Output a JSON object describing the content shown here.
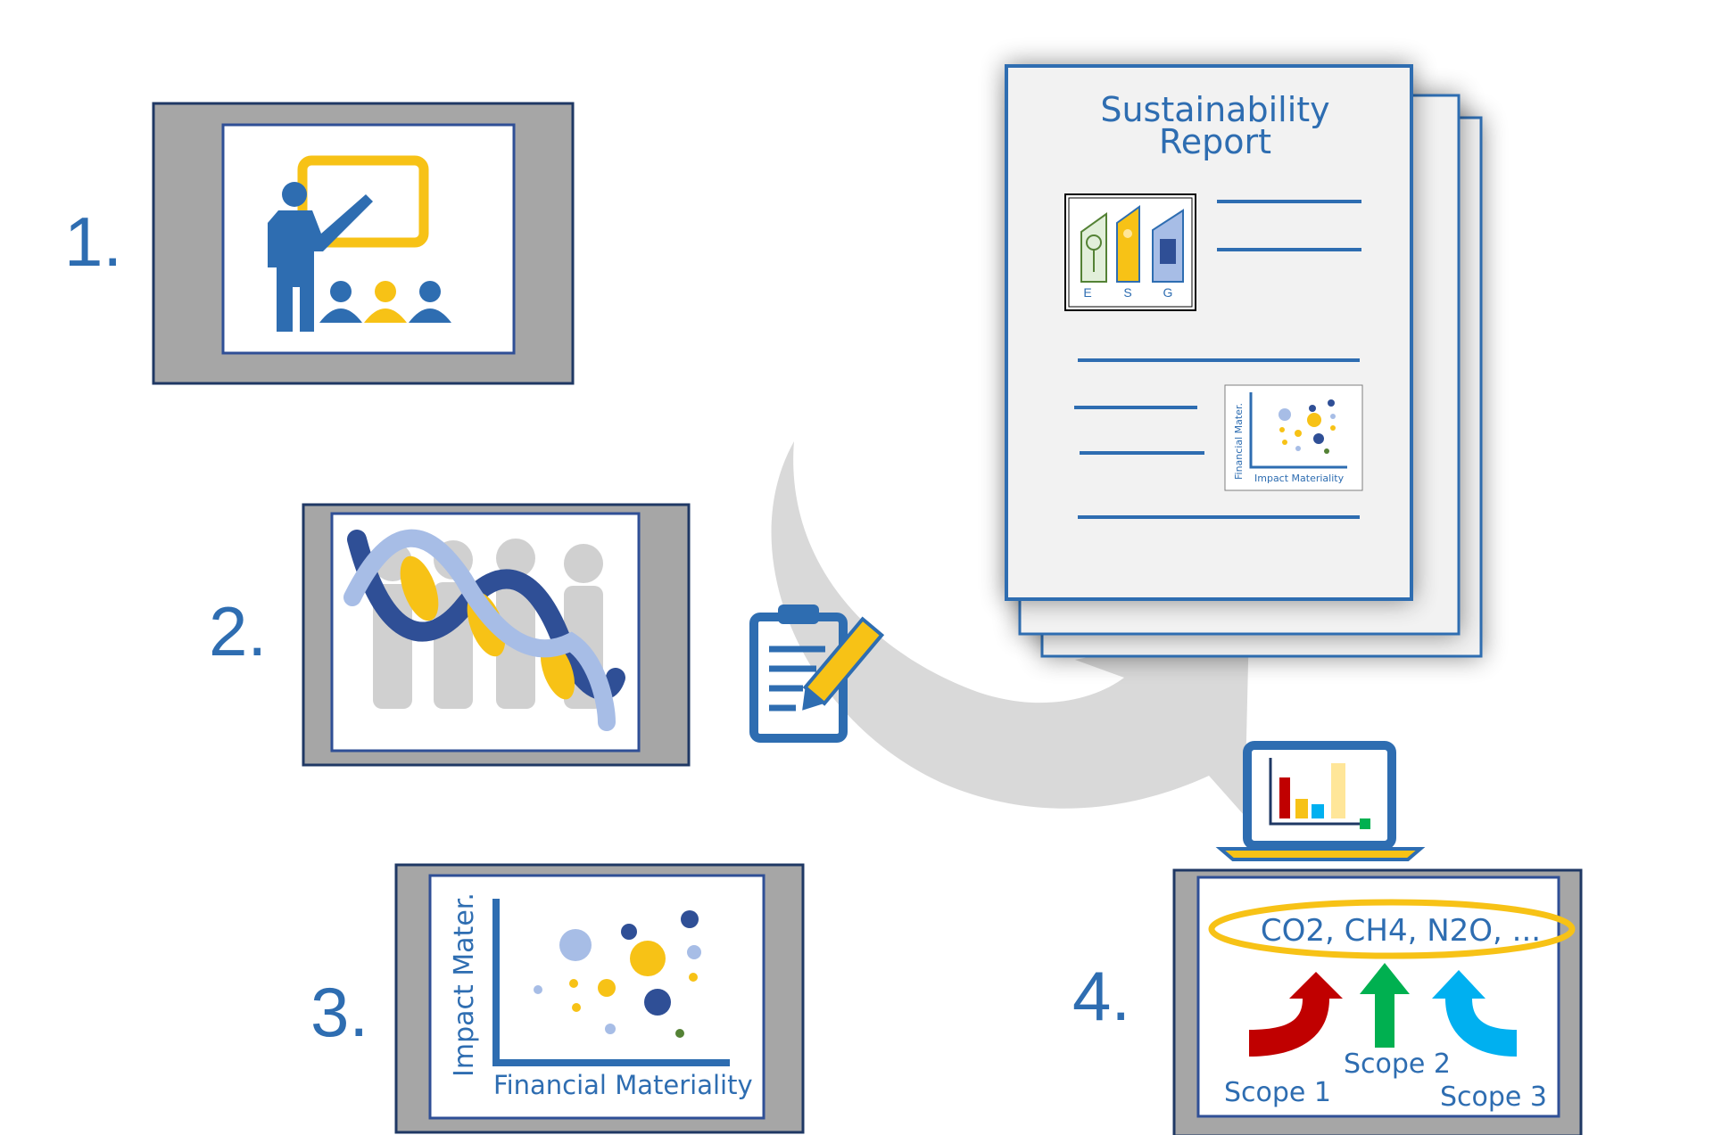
{
  "steps": {
    "s1": {
      "number": "1."
    },
    "s2": {
      "number": "2."
    },
    "s3": {
      "number": "3.",
      "y_axis_label": "Impact Mater.",
      "x_axis_label": "Financial Materiality"
    },
    "s4": {
      "number": "4.",
      "gases": "CO2, CH4, N2O, ...",
      "scope1": "Scope 1",
      "scope2": "Scope 2",
      "scope3": "Scope 3"
    }
  },
  "report": {
    "title_line1": "Sustainability",
    "title_line2": "Report",
    "esg_letters": [
      "E",
      "S",
      "G"
    ],
    "mini_chart": {
      "y_label": "Financial Mater.",
      "x_label": "Impact Materiality"
    }
  },
  "colors": {
    "blue": "#2e6db1",
    "dark_blue": "#2f4f96",
    "yellow": "#f7c216",
    "light_blue": "#a7bde6",
    "frame_grey": "#a6a6a6",
    "arrow_grey": "#d9d9d9"
  },
  "icons": [
    "presenter-icon",
    "dna-people-icon",
    "clipboard-pencil-icon",
    "laptop-chart-icon"
  ]
}
